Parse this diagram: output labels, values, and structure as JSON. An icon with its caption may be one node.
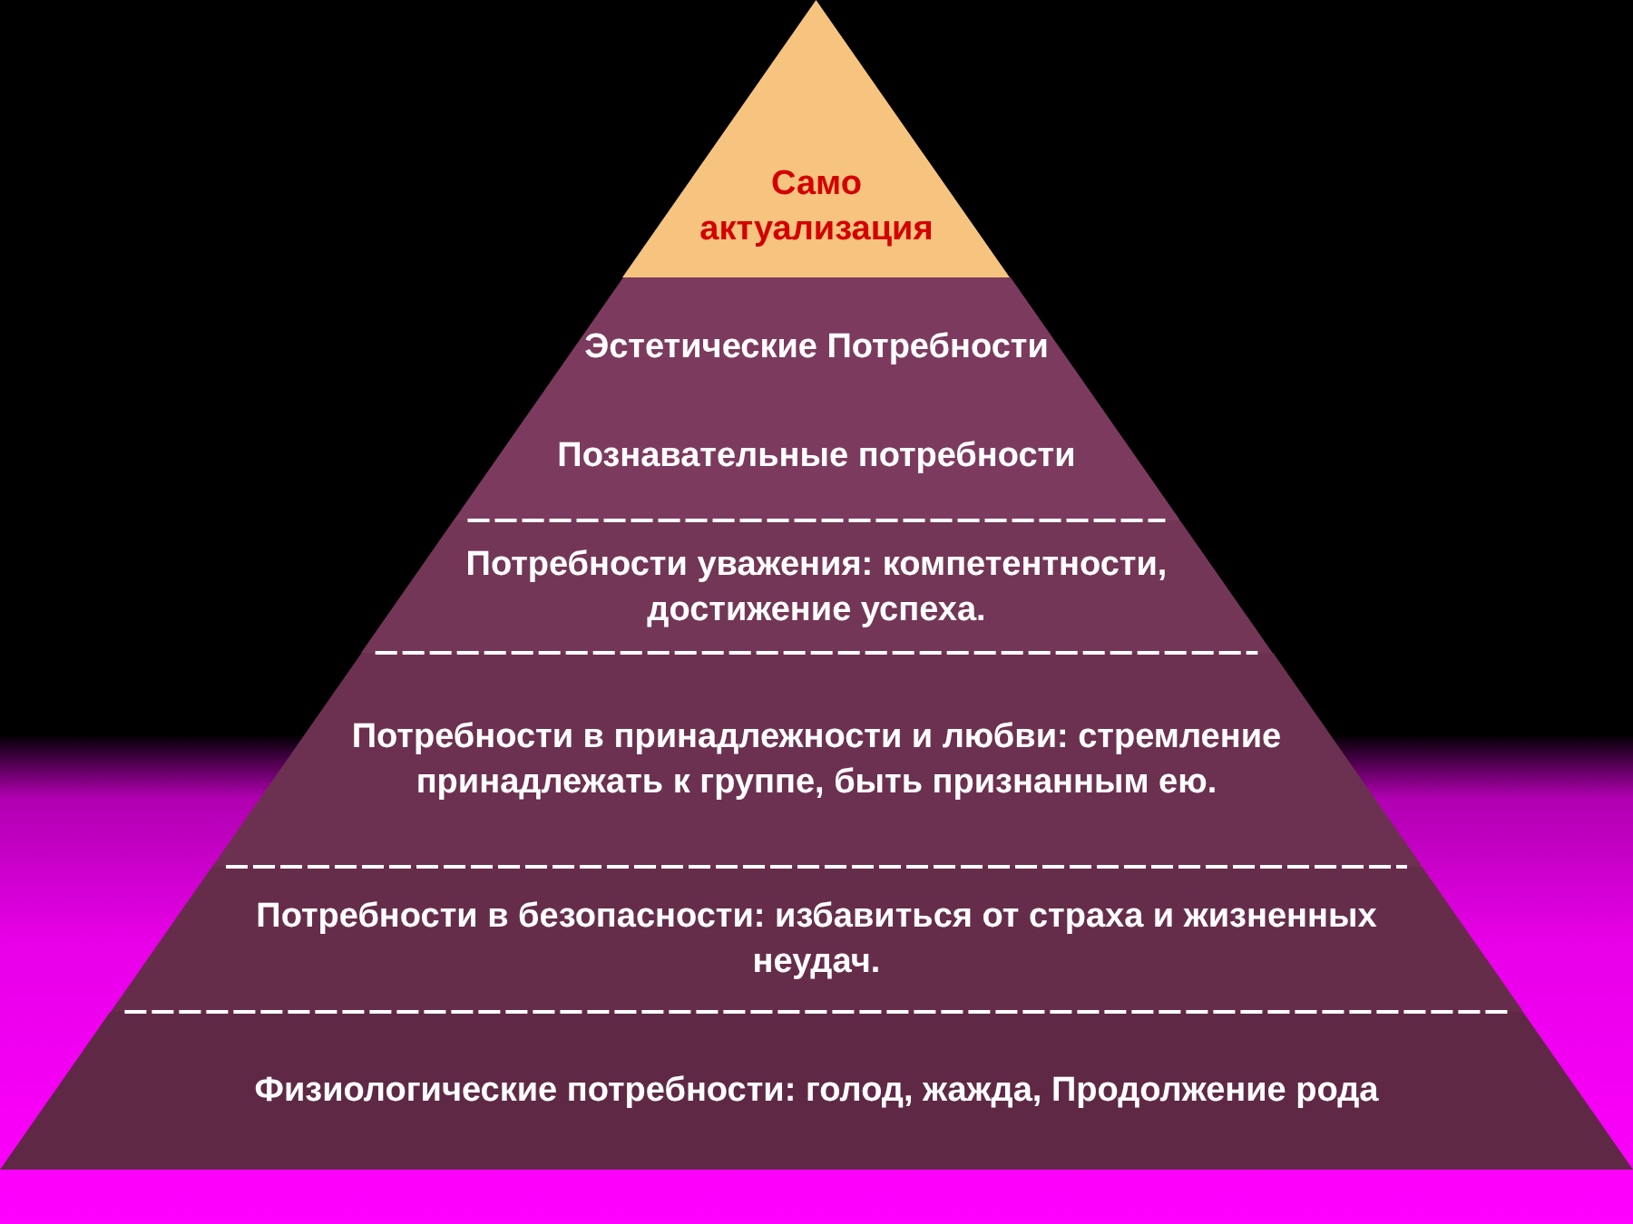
{
  "diagram": {
    "nodes": [
      {
        "text": [
          "Само актуализация"
        ]
      },
      {
        "text": [
          "Эстетические Потребности",
          "Познавательные потребности"
        ]
      },
      {
        "text": [
          "Потребности уважения: компетентности, достижение успеха."
        ]
      },
      {
        "text": [
          "Потребности в принадлежности и любви: стремление принадлежать к группе, быть признанным ею."
        ]
      },
      {
        "text": [
          "Потребности в безопасности: избавиться от страха и жизненных неудач."
        ]
      },
      {
        "text": [
          "Физиологические потребности: голод, жажда, Продолжение рода"
        ]
      }
    ]
  }
}
